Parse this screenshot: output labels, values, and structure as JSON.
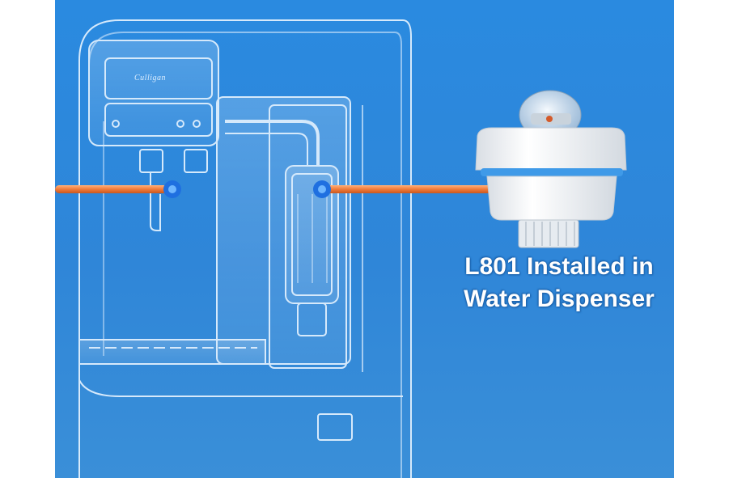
{
  "image": {
    "description_text": {
      "caption_line1": "L801 Installed in",
      "caption_line2": "Water Dispenser",
      "brand_logo": "Culligan"
    },
    "colors": {
      "background_blue": "#2f86d8",
      "outline_white": "#e8f4ff",
      "tube_orange": "#f07a3a",
      "connector_blue": "#1f6fe0",
      "sensor_white": "#f4f6f8",
      "sensor_ring": "#3f9ae8"
    }
  }
}
